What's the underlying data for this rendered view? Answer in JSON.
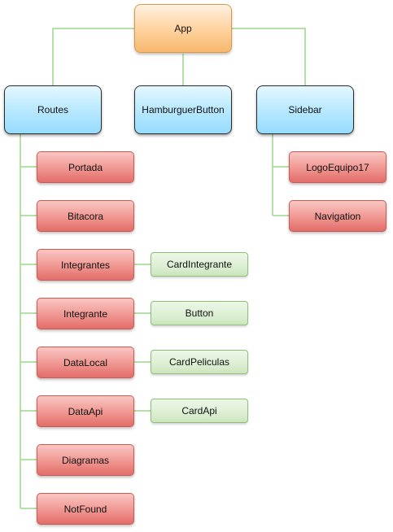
{
  "colors": {
    "connector": "#99d98c",
    "root_fill": "#ffd7a8",
    "group_fill": "#bdeaff",
    "leaf_fill": "#f19a95",
    "child_fill": "#dcefd3"
  },
  "nodes": {
    "app": "App",
    "routes": "Routes",
    "hamburger": "HamburguerButton",
    "sidebar": "Sidebar",
    "portada": "Portada",
    "bitacora": "Bitacora",
    "integrantes": "Integrantes",
    "integrante": "Integrante",
    "datalocal": "DataLocal",
    "dataapi": "DataApi",
    "diagramas": "Diagramas",
    "notfound": "NotFound",
    "cardintegrante": "CardIntegrante",
    "button": "Button",
    "cardpeliculas": "CardPeliculas",
    "cardapi": "CardApi",
    "logoequipo": "LogoEquipo17",
    "navigation": "Navigation"
  }
}
